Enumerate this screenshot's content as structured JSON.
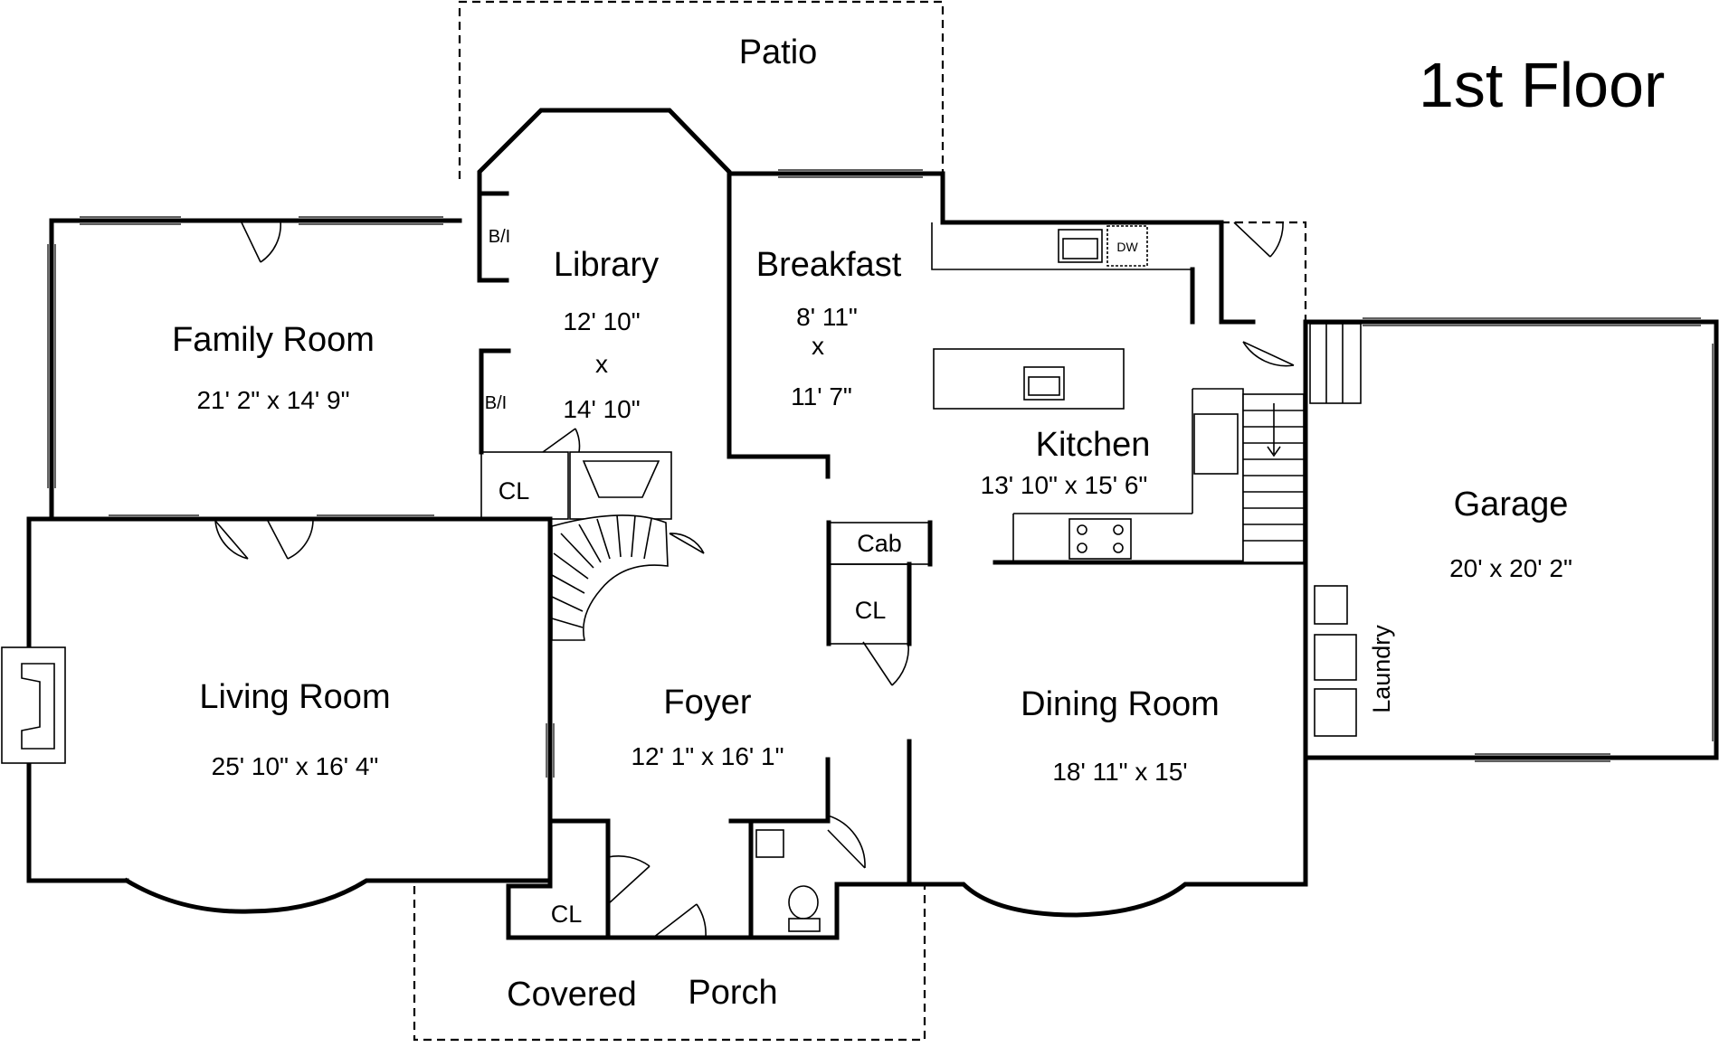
{
  "title": "1st Floor",
  "rooms": {
    "patio": "Patio",
    "library": "Library",
    "library_dim_1": "12' 10\"",
    "library_dim_x": "x",
    "library_dim_2": "14' 10\"",
    "breakfast": "Breakfast",
    "breakfast_dim_1": "8' 11\"",
    "breakfast_dim_x": "x",
    "breakfast_dim_2": "11' 7\"",
    "family_room": "Family Room",
    "family_room_dim": "21' 2\" x 14' 9\"",
    "kitchen": "Kitchen",
    "kitchen_dim": "13' 10\" x 15' 6\"",
    "garage": "Garage",
    "garage_dim": "20' x 20' 2\"",
    "living_room": "Living Room",
    "living_room_dim": "25' 10\" x 16' 4\"",
    "foyer": "Foyer",
    "foyer_dim": "12' 1\" x 16' 1\"",
    "dining_room": "Dining Room",
    "dining_room_dim": "18' 11\" x 15'",
    "laundry": "Laundry",
    "covered": "Covered",
    "porch": "Porch"
  },
  "fixtures": {
    "bi_upper": "B/I",
    "bi_lower": "B/I",
    "closet_library": "CL",
    "closet_center": "CL",
    "closet_porch": "CL",
    "cabinet": "Cab",
    "dishwasher": "DW"
  }
}
